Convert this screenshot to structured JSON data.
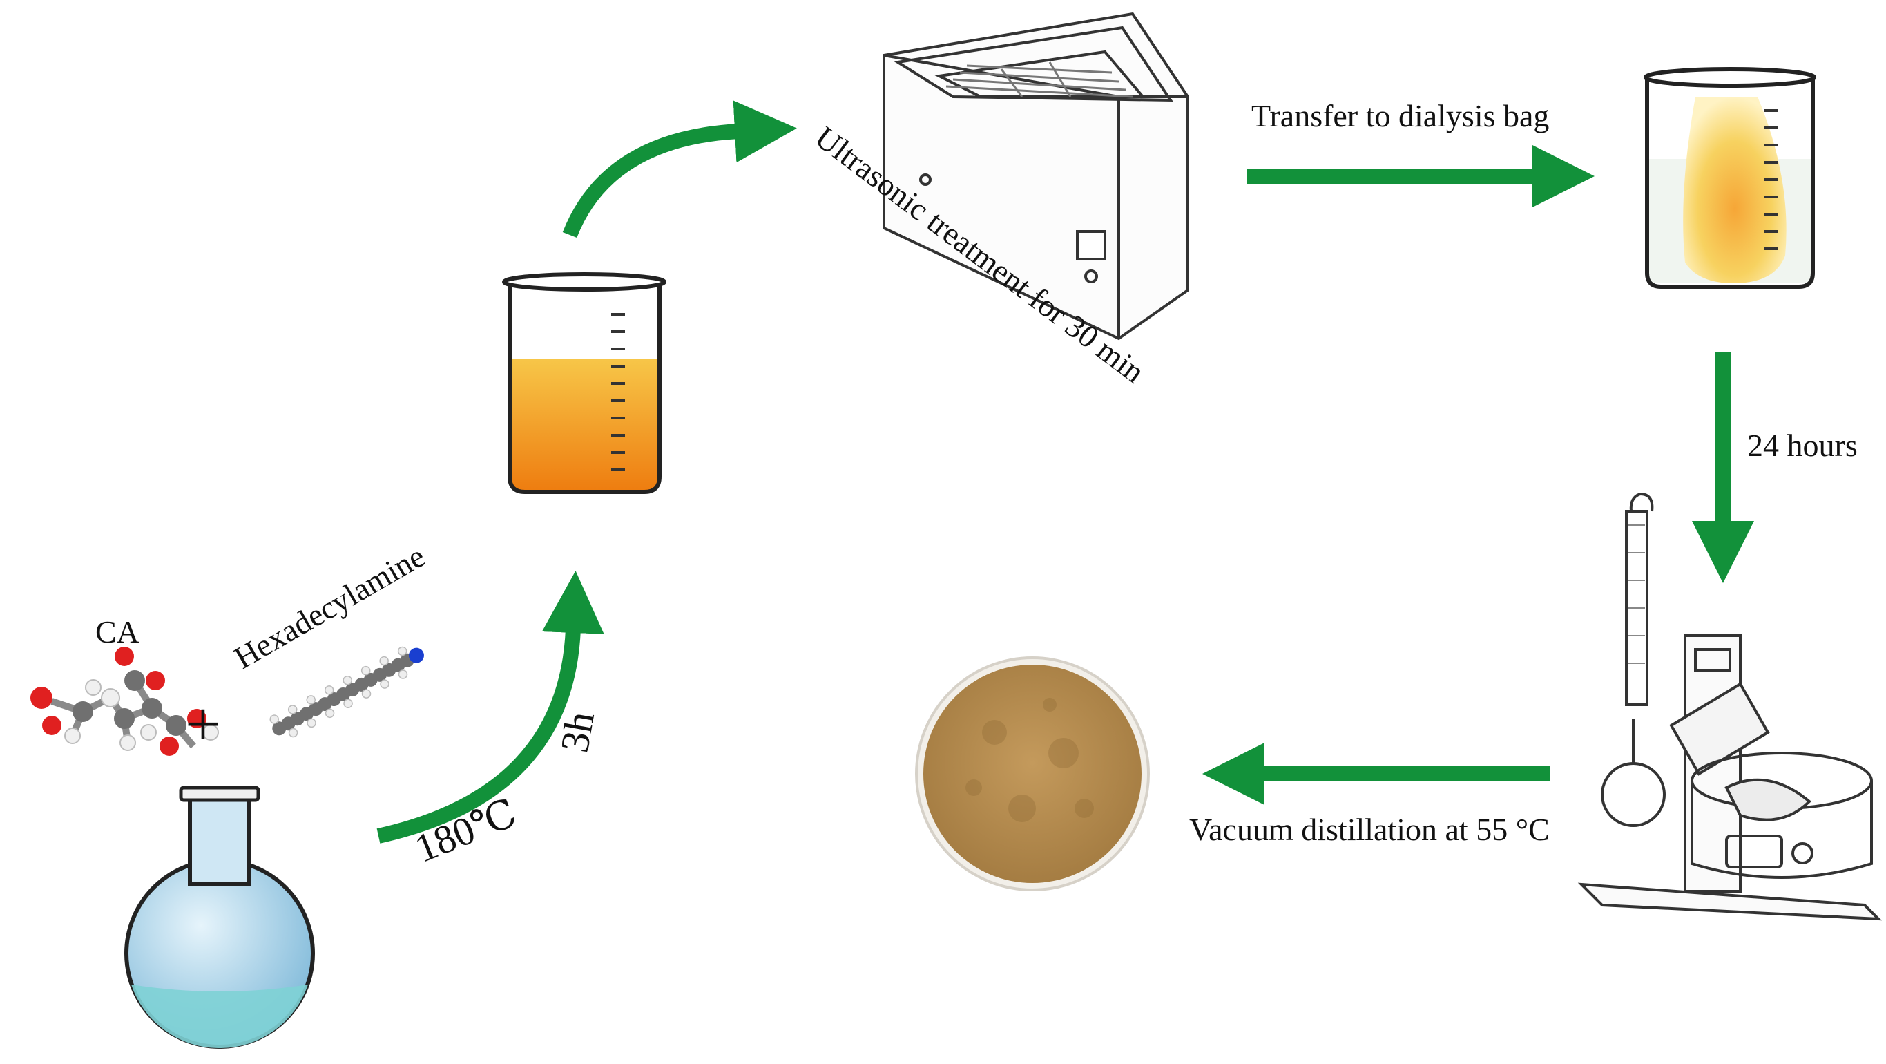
{
  "labels": {
    "ca": "CA",
    "hexadecylamine": "Hexadecylamine",
    "plus": "+",
    "temperature": "180℃",
    "duration": "3h",
    "ultrasonic": "Ultrasonic treatment for 30 min",
    "dialysis": "Transfer to dialysis bag",
    "hours": "24 hours",
    "vacuum": "Vacuum distillation at 55 °C"
  },
  "colors": {
    "arrow": "#12913a",
    "solution_orange": "#f5a623",
    "solution_deep": "#e8740c",
    "flask_blue": "#9fd0ea",
    "powder": "#b38a4e",
    "line": "#222222"
  }
}
